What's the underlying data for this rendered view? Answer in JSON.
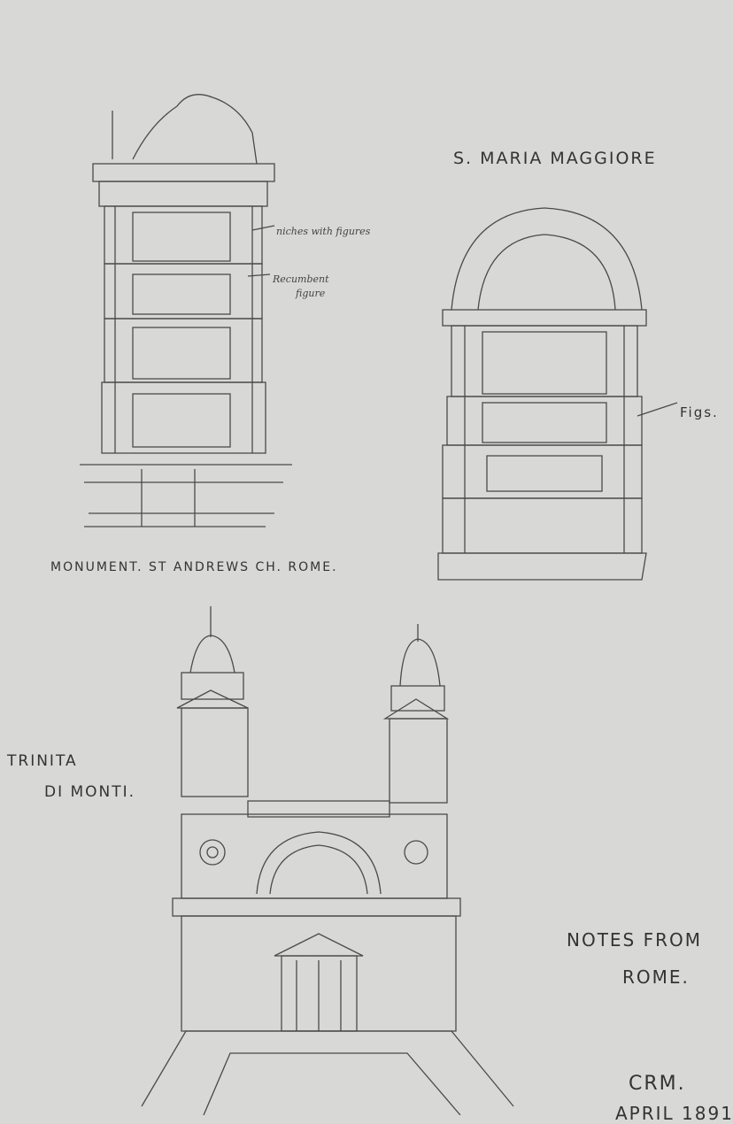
{
  "title_maria": "S. MARIA MAGGIORE",
  "note_niches": "niches with figures",
  "note_recumbent": "Recumbent",
  "note_figure": "figure",
  "caption_monument": "MONUMENT. ST ANDREWS CH. ROME.",
  "note_figs": "Figs.",
  "title_trinita_1": "TRINITA",
  "title_trinita_2": "DI MONTI.",
  "notes_1": "NOTES FROM",
  "notes_2": "ROME.",
  "signature": "CRM.",
  "date": "APRIL 1891",
  "colors": {
    "paper": "#d8d8d6",
    "pencil": "#4a4a4a"
  }
}
